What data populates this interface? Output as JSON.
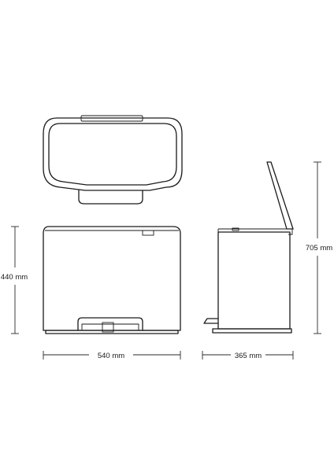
{
  "dimensions": {
    "front_width": "540 mm",
    "side_depth": "365 mm",
    "body_height": "440 mm",
    "open_height": "705 mm"
  },
  "colors": {
    "line": "#1a1a1a",
    "background": "#ffffff"
  }
}
